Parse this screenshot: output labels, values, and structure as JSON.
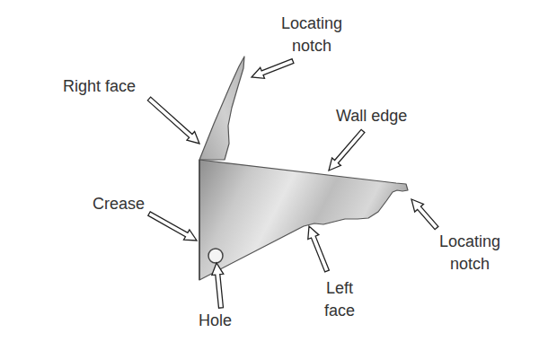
{
  "diagram": {
    "labels": [
      "Locating notch",
      "Right face",
      "Wall edge",
      "Crease",
      "Locating notch",
      "Hole",
      "Left face"
    ]
  }
}
